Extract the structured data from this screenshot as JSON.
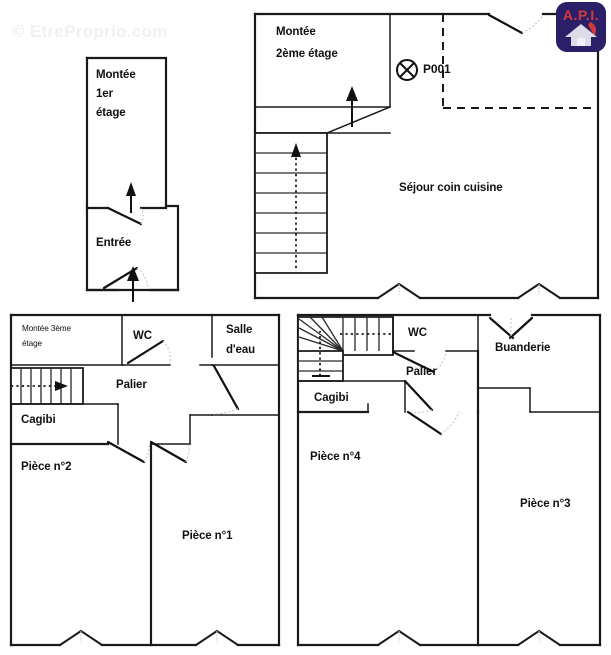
{
  "document": {
    "type": "floor-plan",
    "title": "Plan d'appartement",
    "watermark": "© EtreProprio.com",
    "panel_count": 4
  },
  "branding": {
    "logo_name": "api-logo",
    "logo_text": "A.P.I.",
    "logo_bg_color": "#2b2068",
    "logo_text_color": "#d13a3a",
    "logo_house_color": "#dcdce8"
  },
  "colors": {
    "wall": "#1a1a1a",
    "door_arc": "#c9c9c9",
    "background": "#ffffff",
    "watermark": "#f0f0f0"
  },
  "panels": [
    {
      "id": "panel-entree",
      "name": "rez-de-chaussee",
      "labels": [
        {
          "name": "label-montee-1er",
          "text": "Montée\n1er\nétage",
          "style": "bold"
        },
        {
          "name": "label-entree",
          "text": "Entrée",
          "style": "bold"
        }
      ]
    },
    {
      "id": "panel-sejour",
      "name": "premier-etage",
      "labels": [
        {
          "name": "label-montee-2eme",
          "text": "Montée\n2ème étage",
          "style": "bold"
        },
        {
          "name": "label-sejour",
          "text": "Séjour coin cuisine",
          "style": "bold"
        },
        {
          "name": "label-p001",
          "text": "P001",
          "style": "bold"
        }
      ],
      "symbols": [
        {
          "name": "post-symbol-p001",
          "glyph": "circle-x"
        }
      ]
    },
    {
      "id": "panel-deuxieme",
      "name": "deuxieme-etage",
      "labels": [
        {
          "name": "label-montee-3eme",
          "text": "Montée 3ème\nétage",
          "style": "small"
        },
        {
          "name": "label-wc",
          "text": "WC",
          "style": "bold"
        },
        {
          "name": "label-salle-deau",
          "text": "Salle\nd'eau",
          "style": "bold"
        },
        {
          "name": "label-palier",
          "text": "Palier",
          "style": "bold"
        },
        {
          "name": "label-cagibi",
          "text": "Cagibi",
          "style": "bold"
        },
        {
          "name": "label-piece-2",
          "text": "Pièce n°2",
          "style": "bold"
        },
        {
          "name": "label-piece-1",
          "text": "Pièce n°1",
          "style": "bold"
        }
      ]
    },
    {
      "id": "panel-troisieme",
      "name": "troisieme-etage",
      "labels": [
        {
          "name": "label-wc-2",
          "text": "WC",
          "style": "bold"
        },
        {
          "name": "label-buanderie",
          "text": "Buanderie",
          "style": "bold"
        },
        {
          "name": "label-palier-2",
          "text": "Palier",
          "style": "bold"
        },
        {
          "name": "label-cagibi-2",
          "text": "Cagibi",
          "style": "bold"
        },
        {
          "name": "label-piece-4",
          "text": "Pièce n°4",
          "style": "bold"
        },
        {
          "name": "label-piece-3",
          "text": "Pièce n°3",
          "style": "bold"
        }
      ]
    }
  ],
  "text": {
    "montee_1er": "Montée",
    "montee_1er_l2": "1er",
    "montee_1er_l3": "étage",
    "entree": "Entrée",
    "montee_2eme_l1": "Montée",
    "montee_2eme_l2": "2ème étage",
    "sejour": "Séjour coin cuisine",
    "p001": "P001",
    "montee_3eme_l1": "Montée 3ème",
    "montee_3eme_l2": "étage",
    "wc": "WC",
    "salle_l1": "Salle",
    "salle_l2": "d'eau",
    "palier": "Palier",
    "cagibi": "Cagibi",
    "piece_2": "Pièce n°2",
    "piece_1": "Pièce n°1",
    "wc_2": "WC",
    "buanderie": "Buanderie",
    "palier_2": "Palier",
    "cagibi_2": "Cagibi",
    "piece_4": "Pièce n°4",
    "piece_3": "Pièce n°3",
    "watermark": "© EtreProprio.com",
    "logo": "A.P.I."
  }
}
